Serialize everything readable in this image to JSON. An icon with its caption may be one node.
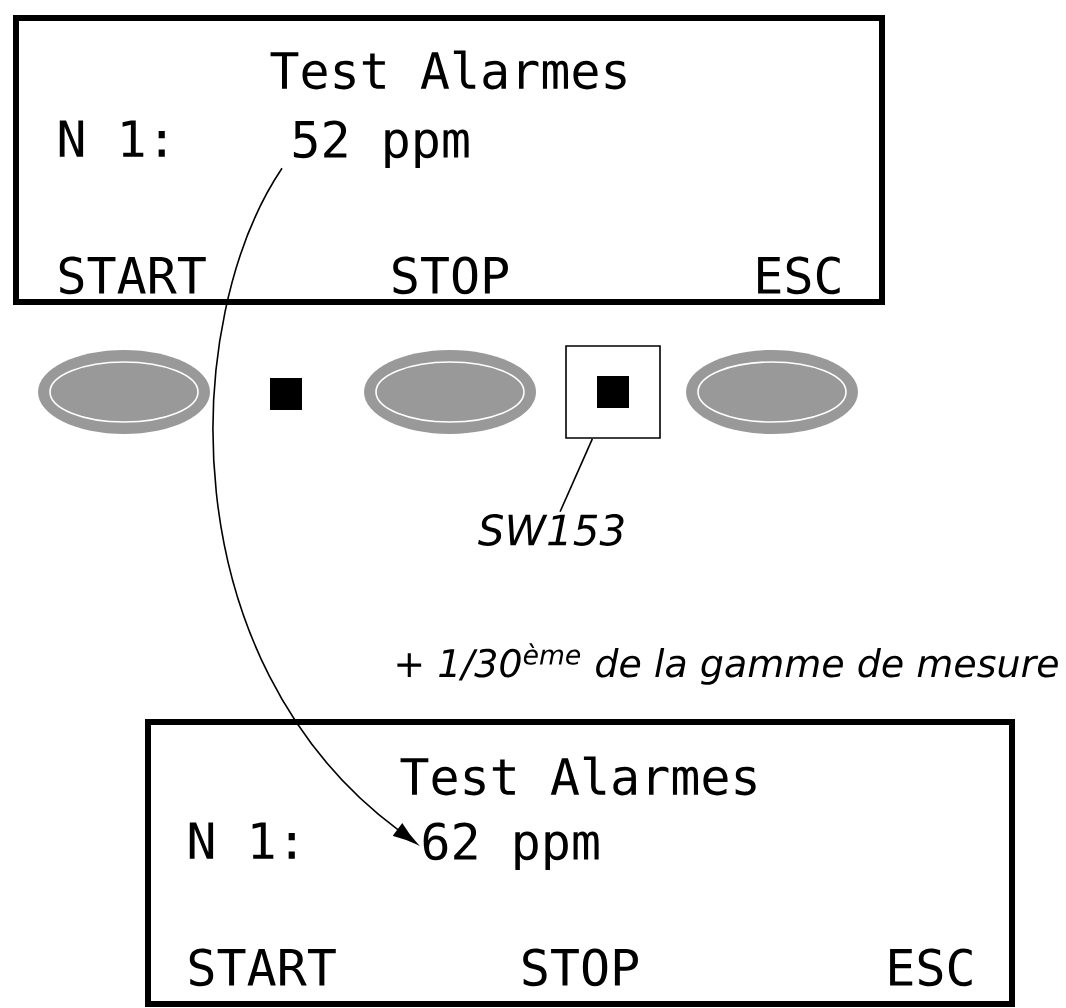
{
  "diagram": {
    "nodes": [
      {
        "text": [
          "Test Alarmes",
          "N 1:",
          "START",
          "STOP",
          "ESC"
        ]
      },
      {
        "text": [
          "52 ppm"
        ],
        "in": 0
      },
      {
        "text": [],
        "shape": "box"
      },
      {
        "text": [
          "SW153"
        ]
      },
      {
        "text": [
          "Test Alarmes",
          "N 1:",
          "START",
          "STOP",
          "ESC"
        ]
      },
      {
        "text": [
          "62 ppm"
        ],
        "in": 4
      }
    ],
    "edges": [
      {
        "from": 1,
        "to": 5,
        "arrow": "to",
        "label": "+ 1/30$^{ème}$ de la gamme de mesure"
      },
      {
        "from": 3,
        "to": 2,
        "arrow": "none"
      }
    ]
  }
}
